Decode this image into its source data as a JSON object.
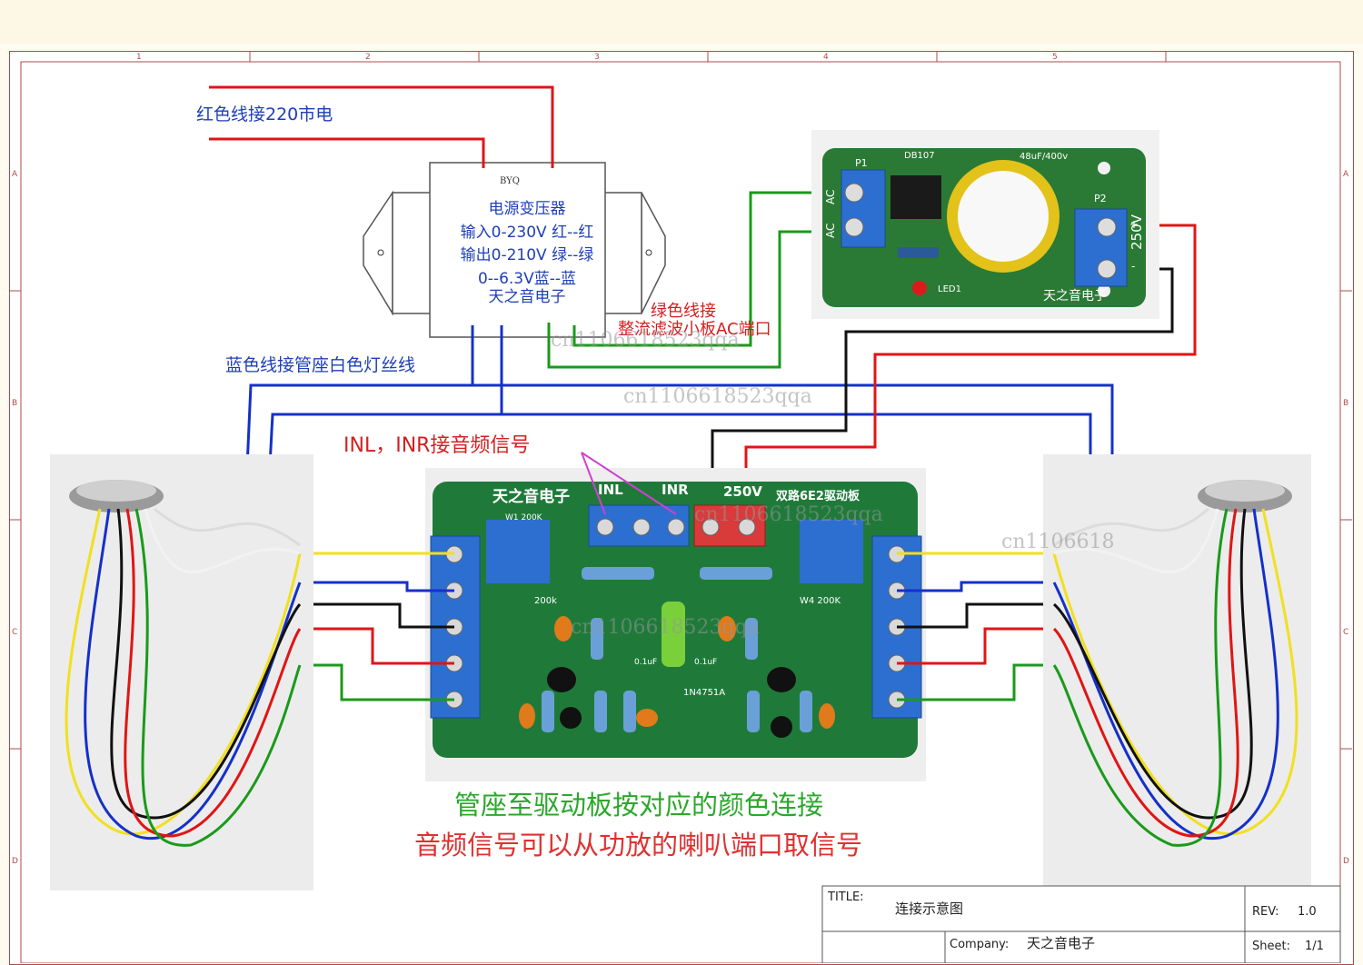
{
  "frame": {
    "col_numbers": [
      "1",
      "2",
      "3",
      "4",
      "5"
    ],
    "row_letters": [
      "A",
      "B",
      "C",
      "D"
    ]
  },
  "labels": {
    "mains": "红色线接220市电",
    "filament": "蓝色线接管座白色灯丝线",
    "green_wire_1": "绿色线接",
    "green_wire_2": "整流滤波小板AC端口",
    "signal": "INL，INR接音频信号",
    "bottom_1": "管座至驱动板按对应的颜色连接",
    "bottom_2": "音频信号可以从功放的喇叭端口取信号"
  },
  "transformer": {
    "tag": "BYQ",
    "line1": "电源变压器",
    "line2": "输入0-230V 红--红",
    "line3": "输出0-210V 绿--绿",
    "line4": "0--6.3V蓝--蓝",
    "line5": "天之音电子"
  },
  "rectifier_board": {
    "p1": "P1",
    "p2": "P2",
    "chip": "DB107",
    "cap": "48uF/400v",
    "led": "LED1",
    "brand": "天之音电子",
    "ac_top": "AC",
    "ac_bottom": "AC",
    "voltage": "250V",
    "plus": "+",
    "gnd": "-"
  },
  "driver_board": {
    "brand": "天之音电子",
    "inl": "INL",
    "inr": "INR",
    "hv": "250V",
    "model": "双路6E2驱动板",
    "w1": "W1 200K",
    "w2": "200k",
    "w4": "W4 200K",
    "zener": "1N4751A",
    "c1": "0.1uF",
    "c2": "0.1uF"
  },
  "watermarks": [
    "cn1106618523qqa",
    "cn1106618523qqa",
    "cn1106618523qqa",
    "cn1106618523qqa",
    "cn1106618"
  ],
  "title_block": {
    "title_label": "TITLE:",
    "title_value": "连接示意图",
    "rev_label": "REV:",
    "rev_value": "1.0",
    "company_label": "Company:",
    "company_value": "天之音电子",
    "sheet_label": "Sheet:",
    "sheet_value": "1/1"
  },
  "colors": {
    "red_wire": "#e01515",
    "green_wire": "#1a9a1a",
    "blue_wire": "#1530c8",
    "black_wire": "#111111",
    "yellow_wire": "#f0e020",
    "pcb": "#1f7a3a",
    "terminal": "#2d6fd0"
  }
}
